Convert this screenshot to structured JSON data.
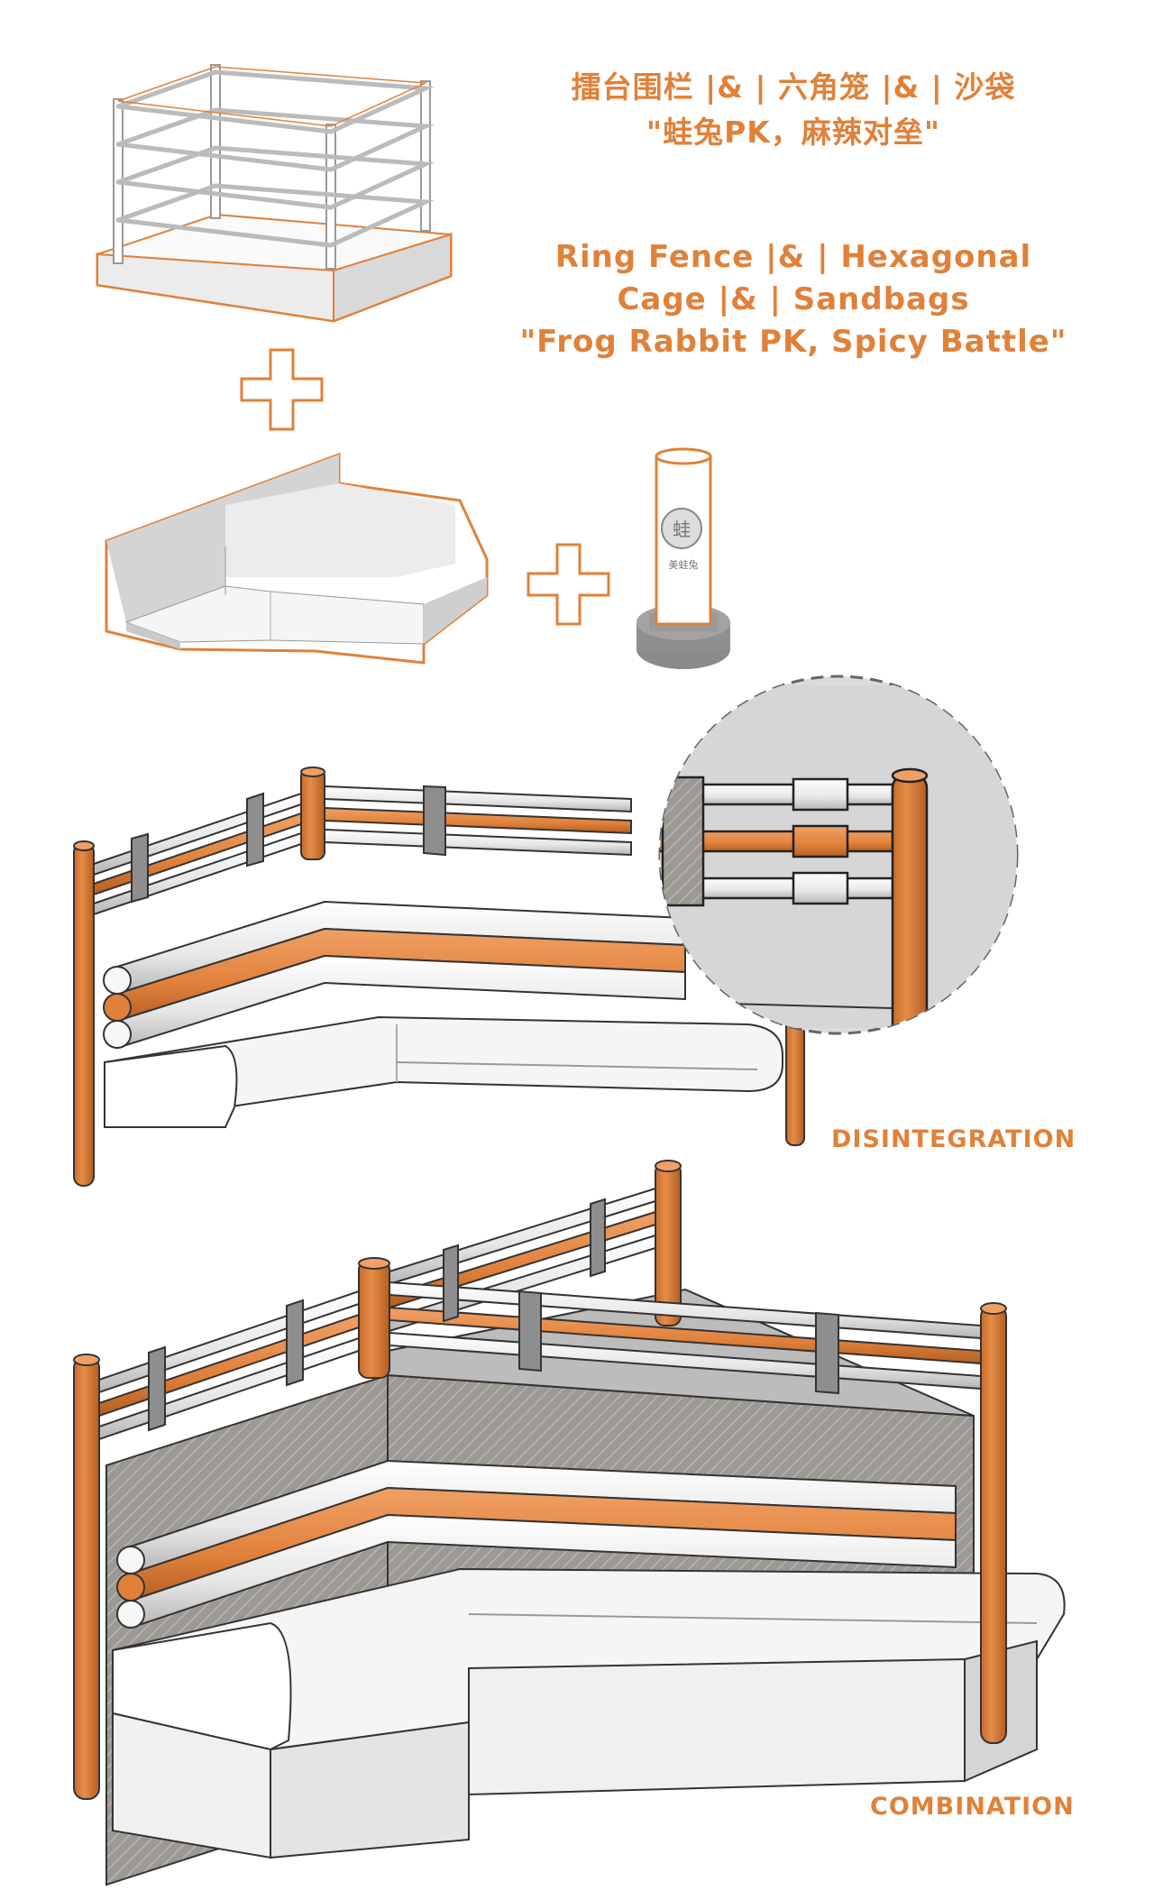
{
  "title_cn": {
    "line1": "擂台围栏 |& | 六角笼 |& | 沙袋",
    "line2": "\"蛙兔PK，麻辣对垒\""
  },
  "title_en": {
    "line1": "Ring Fence |& | Hexagonal",
    "line2": "Cage |& | Sandbags",
    "line3": "\"Frog Rabbit PK, Spicy Battle\""
  },
  "sandbag_text": "美蛙兔",
  "labels": {
    "disintegration": "DISINTEGRATION",
    "combination": "COMBINATION"
  },
  "colors": {
    "accent": "#e0813a",
    "outline": "#333333",
    "light_gray": "#eeeeee",
    "mid_gray": "#bdbdbd",
    "dark_gray": "#8a8a8a",
    "hatch": "#a09a96"
  }
}
